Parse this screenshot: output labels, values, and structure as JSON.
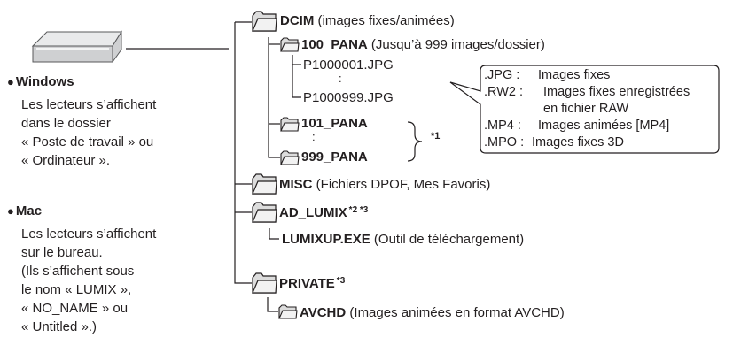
{
  "left": {
    "windows": {
      "title": "Windows",
      "lines": [
        "Les lecteurs s’affichent",
        "dans le dossier",
        "« Poste de travail » ou",
        "« Ordinateur »."
      ]
    },
    "mac": {
      "title": "Mac",
      "lines": [
        "Les lecteurs s’affichent",
        "sur le bureau.",
        "(Ils s’affichent sous",
        "le nom « LUMIX »,",
        "« NO_NAME » ou",
        "« Untitled ».)"
      ]
    }
  },
  "tree": {
    "dcim": {
      "name": "DCIM",
      "desc": " (images fixes/animées)"
    },
    "pana100": {
      "name": "100_PANA",
      "desc": " (Jusqu’à 999 images/dossier)"
    },
    "file_first": "P1000001.JPG",
    "file_last": "P1000999.JPG",
    "pana101": {
      "name": "101_PANA"
    },
    "pana999": {
      "name": "999_PANA"
    },
    "note1": "*1",
    "misc": {
      "name": "MISC",
      "desc": " (Fichiers DPOF, Mes Favoris)"
    },
    "ad_lumix": {
      "name": "AD_LUMIX",
      "sup": "*2 *3"
    },
    "lumixup": {
      "name": "LUMIXUP.EXE",
      "desc": " (Outil de téléchargement)"
    },
    "private": {
      "name": "PRIVATE",
      "sup": "*3"
    },
    "avchd": {
      "name": "AVCHD",
      "desc": " (Images animées en format AVCHD)"
    }
  },
  "callout": {
    "rows": [
      {
        "ext": ".JPG :",
        "desc": "Images fixes"
      },
      {
        "ext": ".RW2 :",
        "desc": "Images fixes enregistrées"
      },
      {
        "ext": "",
        "desc": "en fichier RAW"
      },
      {
        "ext": ".MP4 :",
        "desc": "Images animées [MP4]"
      },
      {
        "ext": ".MPO :",
        "desc": "Images fixes 3D"
      }
    ]
  },
  "colors": {
    "line": "#231f20",
    "folder_fill": "#dcdcdc",
    "drive": "#cfd0d2"
  },
  "icons": {
    "drive": "disk-drive-icon",
    "folder": "folder-icon"
  }
}
